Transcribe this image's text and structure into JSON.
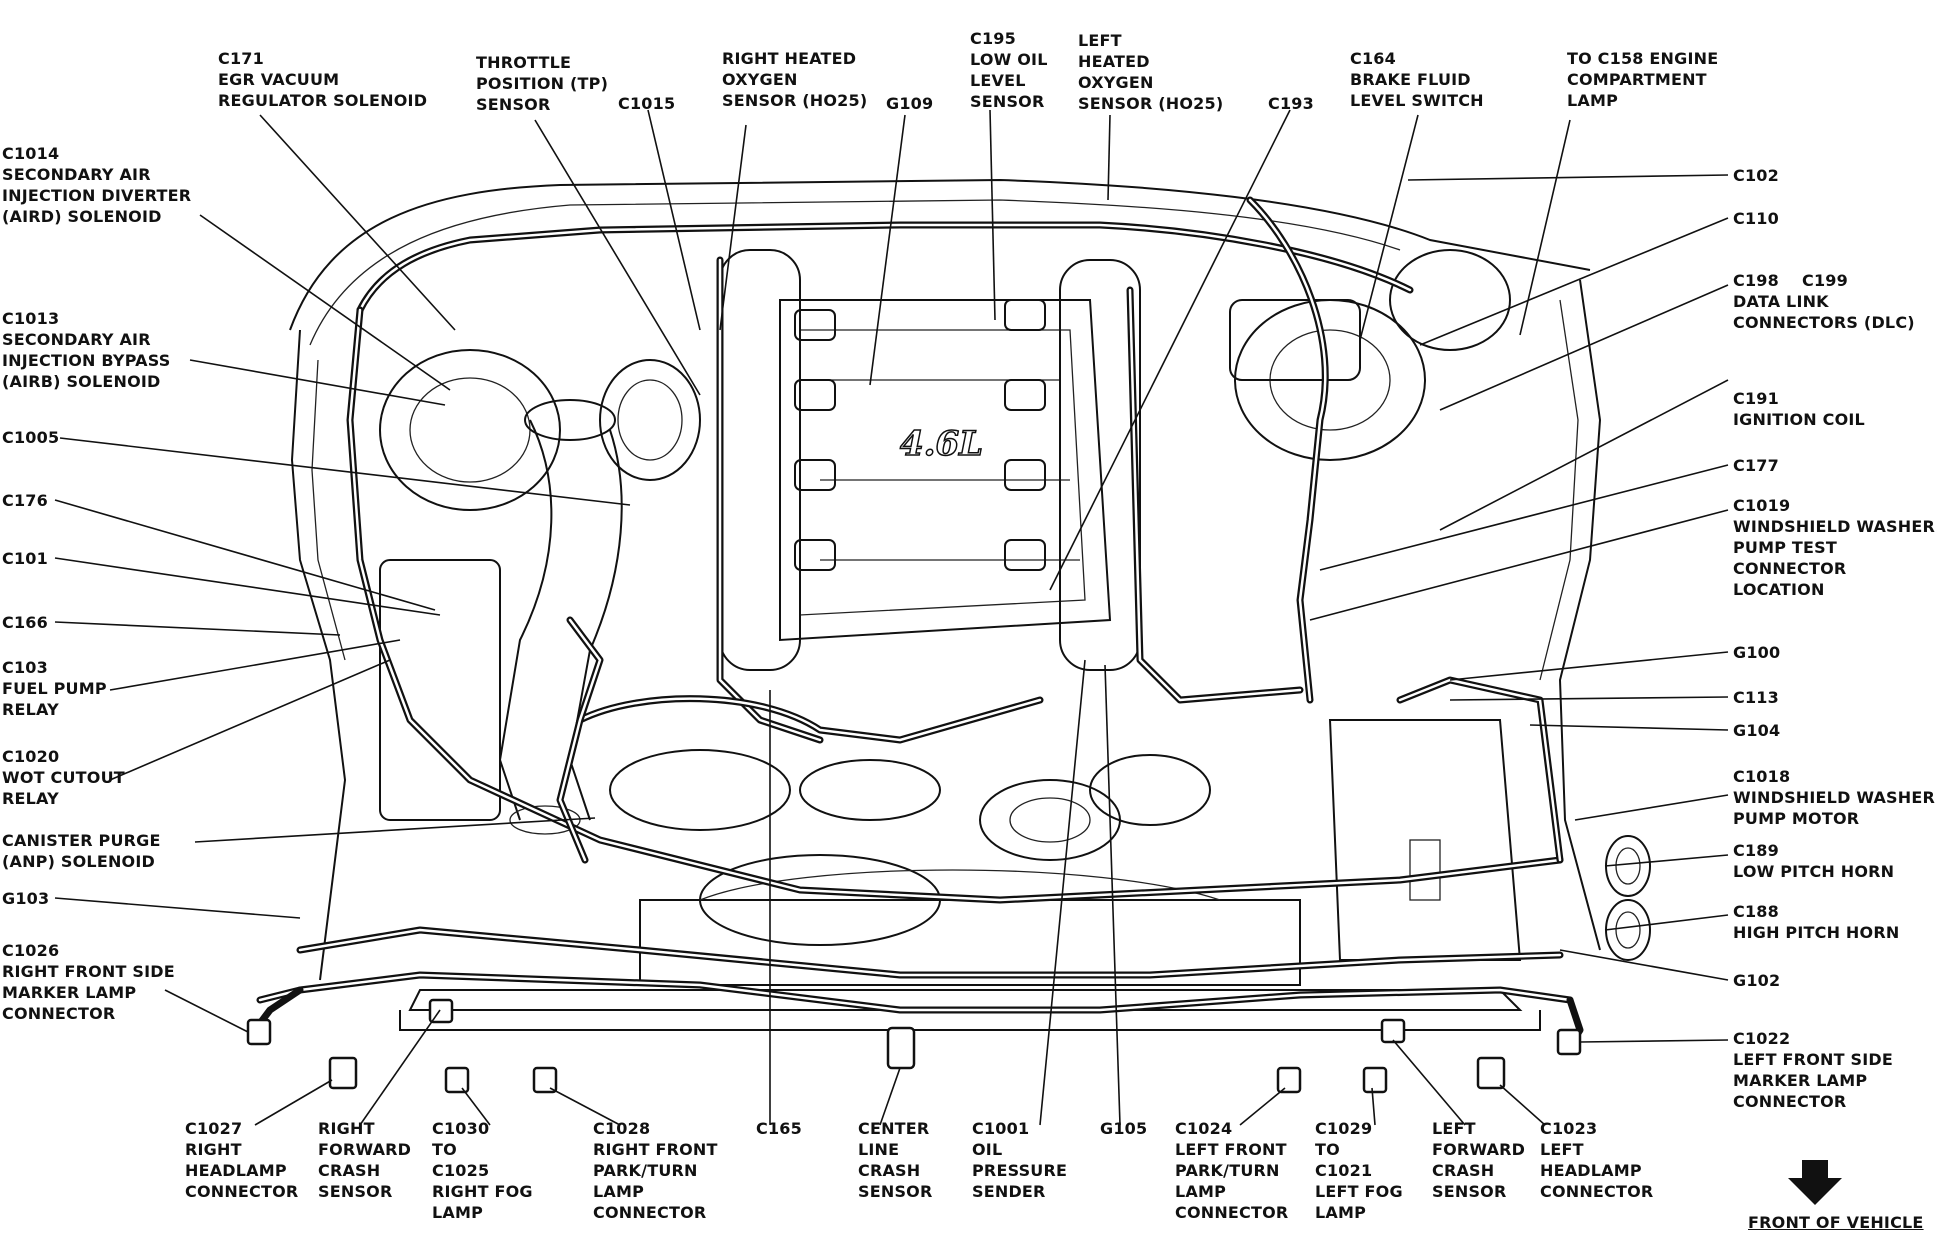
{
  "labels": {
    "c171": "C171\nEGR VACUUM\nREGULATOR SOLENOID",
    "tp": "THROTTLE\nPOSITION (TP)\nSENSOR",
    "c1015": "C1015",
    "rho2": "RIGHT HEATED\nOXYGEN\nSENSOR (HO25)",
    "g109": "G109",
    "c195": "C195\nLOW OIL\nLEVEL\nSENSOR",
    "lho2": "LEFT\nHEATED\nOXYGEN\nSENSOR (HO25)",
    "c193": "C193",
    "c164": "C164\nBRAKE FLUID\nLEVEL SWITCH",
    "c158": "TO C158 ENGINE\nCOMPARTMENT\nLAMP",
    "c1014": "C1014\nSECONDARY AIR\nINJECTION DIVERTER\n(AIRD) SOLENOID",
    "c1013": "C1013\nSECONDARY AIR\nINJECTION BYPASS\n(AIRB) SOLENOID",
    "c1005": "C1005",
    "c176": "C176",
    "c101": "C101",
    "c166": "C166",
    "c103": "C103\nFUEL PUMP\nRELAY",
    "c1020": "C1020\nWOT CUTOUT\nRELAY",
    "anp": "CANISTER PURGE\n(ANP) SOLENOID",
    "g103": "G103",
    "c1026": "C1026\nRIGHT FRONT SIDE\nMARKER LAMP\nCONNECTOR",
    "c102": "C102",
    "c110": "C110",
    "c198": "C198    C199\nDATA LINK\nCONNECTORS (DLC)",
    "c191": "C191\nIGNITION COIL",
    "c177": "C177",
    "c1019": "C1019\nWINDSHIELD WASHER\nPUMP TEST\nCONNECTOR\nLOCATION",
    "g100": "G100",
    "c113": "C113",
    "g104": "G104",
    "c1018": "C1018\nWINDSHIELD WASHER\nPUMP MOTOR",
    "c189": "C189\nLOW PITCH HORN",
    "c188": "C188\nHIGH PITCH HORN",
    "g102": "G102",
    "c1022": "C1022\nLEFT FRONT SIDE\nMARKER LAMP\nCONNECTOR",
    "c1027": "C1027\nRIGHT\nHEADLAMP\nCONNECTOR",
    "rfcs": "RIGHT\nFORWARD\nCRASH\nSENSOR",
    "c1030": "C1030\nTO\nC1025\nRIGHT FOG\nLAMP",
    "c1028": "C1028\nRIGHT FRONT\nPARK/TURN\nLAMP\nCONNECTOR",
    "c165": "C165",
    "cl": "CENTER\nLINE\nCRASH\nSENSOR",
    "c1001": "C1001\nOIL\nPRESSURE\nSENDER",
    "g105": "G105",
    "c1024": "C1024\nLEFT FRONT\nPARK/TURN\nLAMP\nCONNECTOR",
    "c1029": "C1029\nTO\nC1021\nLEFT FOG\nLAMP",
    "lfcs": "LEFT\nFORWARD\nCRASH\nSENSOR",
    "c1023": "C1023\nLEFT\nHEADLAMP\nCONNECTOR",
    "front": "FRONT OF VEHICLE"
  },
  "manifold_badge": "4.6L"
}
